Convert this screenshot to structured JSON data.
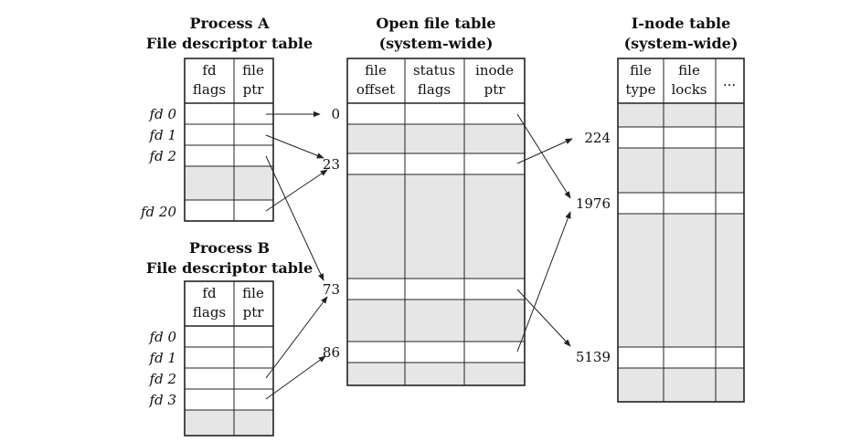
{
  "process_a": {
    "title_line1": "Process A",
    "title_line2": "File descriptor table",
    "columns": [
      [
        "fd",
        "flags"
      ],
      [
        "file",
        "ptr"
      ]
    ],
    "fd_labels": [
      "fd 0",
      "fd 1",
      "fd 2",
      "fd 20"
    ]
  },
  "process_b": {
    "title_line1": "Process B",
    "title_line2": "File descriptor table",
    "columns": [
      [
        "fd",
        "flags"
      ],
      [
        "file",
        "ptr"
      ]
    ],
    "fd_labels": [
      "fd 0",
      "fd 1",
      "fd 2",
      "fd 3"
    ]
  },
  "open_file_table": {
    "title_line1": "Open file table",
    "title_line2": "(system-wide)",
    "columns": [
      [
        "file",
        "offset"
      ],
      [
        "status",
        "flags"
      ],
      [
        "inode",
        "ptr"
      ]
    ],
    "entry_labels": [
      "0",
      "23",
      "73",
      "86"
    ]
  },
  "inode_table": {
    "title_line1": "I-node table",
    "title_line2": "(system-wide)",
    "columns": [
      [
        "file",
        "type"
      ],
      [
        "file",
        "locks"
      ],
      [
        "..."
      ]
    ],
    "entry_labels": [
      "224",
      "1976",
      "5139"
    ]
  },
  "connections": [
    {
      "from": "process_a.fd 0",
      "to": "open_file_table.0"
    },
    {
      "from": "process_a.fd 1",
      "to": "open_file_table.23"
    },
    {
      "from": "process_a.fd 20",
      "to": "open_file_table.23"
    },
    {
      "from": "process_a.fd 2",
      "to": "open_file_table.73"
    },
    {
      "from": "process_b.fd 2",
      "to": "open_file_table.73"
    },
    {
      "from": "process_b.fd 3",
      "to": "open_file_table.86"
    },
    {
      "from": "open_file_table.0",
      "to": "inode_table.1976"
    },
    {
      "from": "open_file_table.23",
      "to": "inode_table.224"
    },
    {
      "from": "open_file_table.73",
      "to": "inode_table.5139"
    },
    {
      "from": "open_file_table.86",
      "to": "inode_table.1976"
    }
  ]
}
